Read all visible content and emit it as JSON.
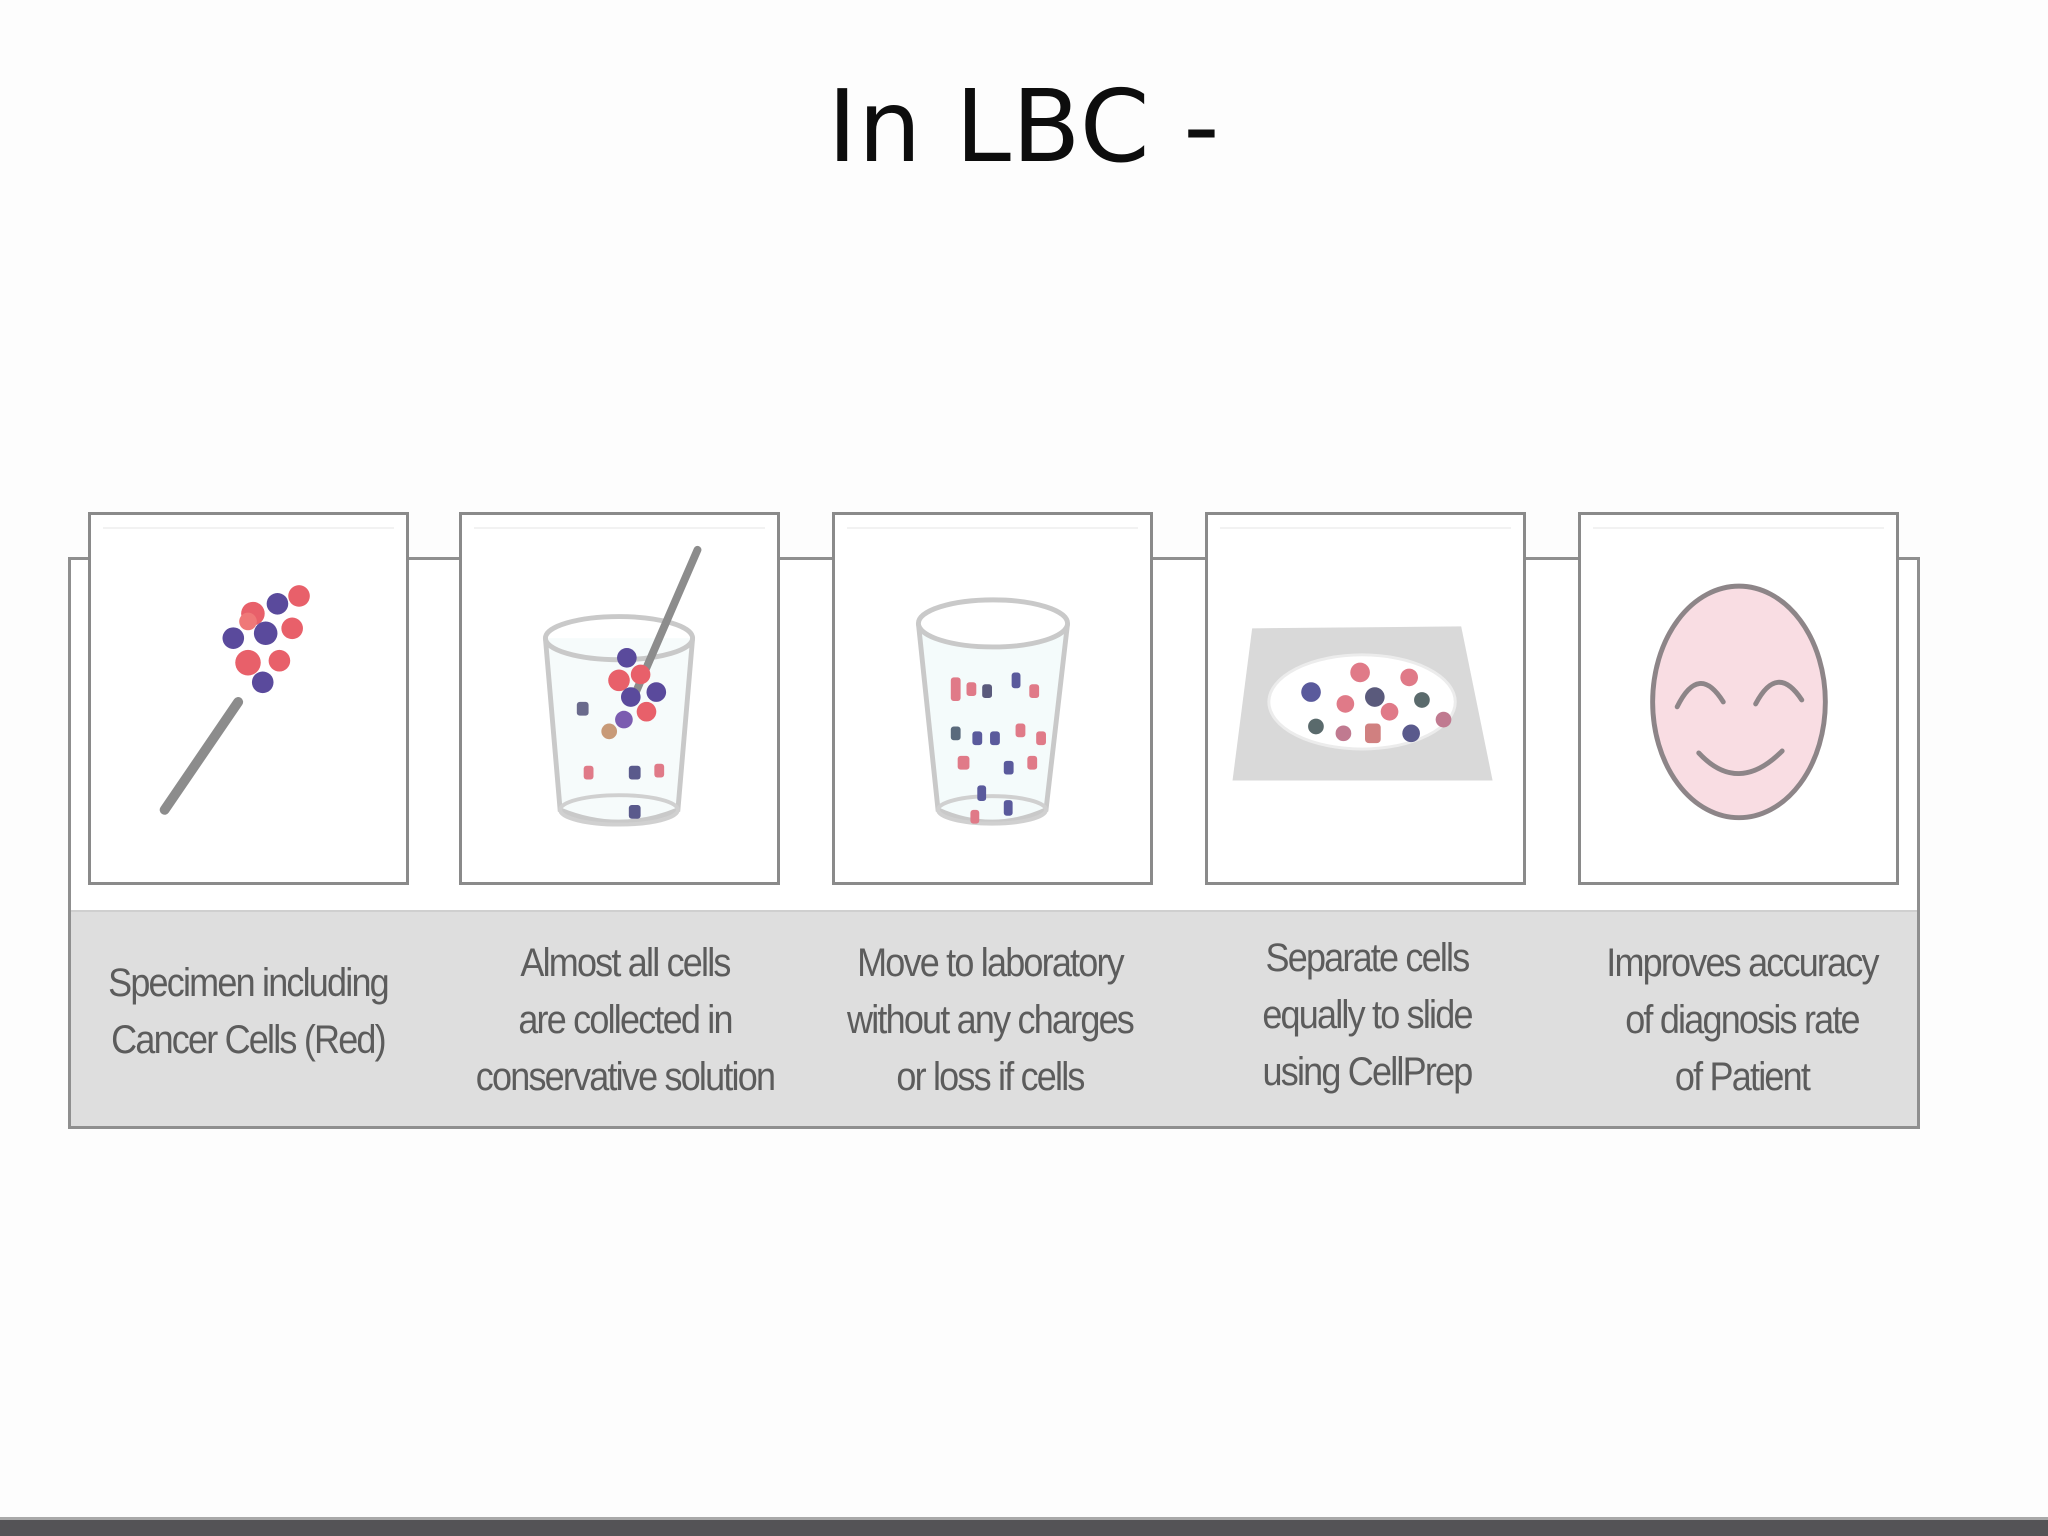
{
  "slide": {
    "title": "In LBC -",
    "colors": {
      "background": "#fdfdfd",
      "caption_strip": "#dedede",
      "frame_border": "#8f8f8f",
      "cancer_cell_red": "#e8606a",
      "normal_cell_blue": "#5a4a9c",
      "face_pink": "#f9dde3",
      "bottom_bar": "#545356"
    }
  },
  "steps": [
    {
      "icon": "specimen-brush-icon",
      "caption_lines": [
        "Specimen including",
        "Cancer Cells (Red)"
      ]
    },
    {
      "icon": "brush-in-vial-icon",
      "caption_lines": [
        "Almost all cells",
        "are collected in",
        "conservative solution"
      ]
    },
    {
      "icon": "vial-with-cells-icon",
      "caption_lines": [
        "Move to laboratory",
        "without any charges",
        "or loss if cells"
      ]
    },
    {
      "icon": "slide-with-cells-icon",
      "caption_lines": [
        "Separate cells",
        "equally to slide",
        "using CellPrep"
      ]
    },
    {
      "icon": "smiling-face-icon",
      "caption_lines": [
        "Improves accuracy",
        "of diagnosis rate",
        "of Patient"
      ]
    }
  ]
}
